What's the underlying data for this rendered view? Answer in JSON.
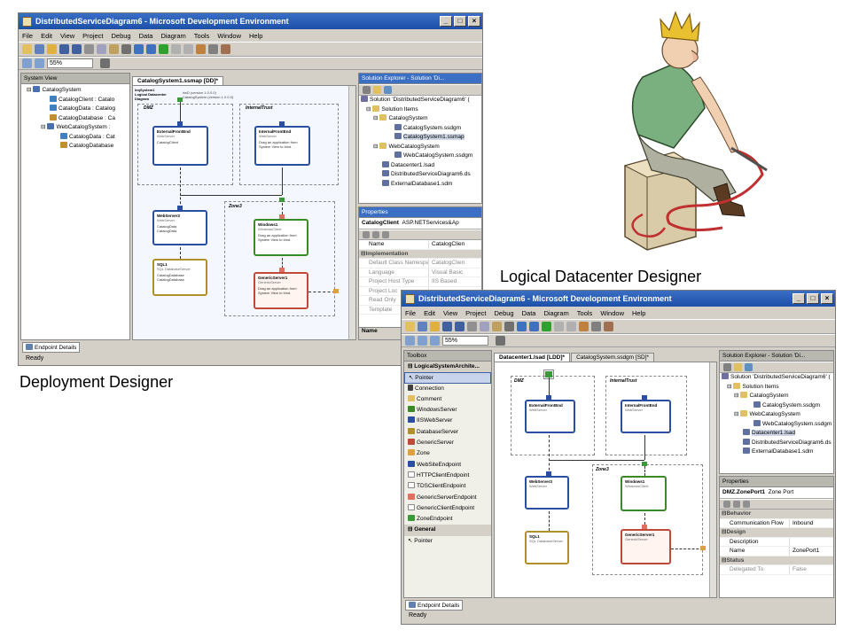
{
  "captions": {
    "deployment": "Deployment Designer",
    "logical": "Logical Datacenter Designer"
  },
  "win1": {
    "title": "DistributedServiceDiagram6 - Microsoft Development Environment",
    "menu": [
      "File",
      "Edit",
      "View",
      "Project",
      "Debug",
      "Data",
      "Diagram",
      "Tools",
      "Window",
      "Help"
    ],
    "zoom": "55%",
    "system_view": {
      "header": "System View",
      "items": [
        "CatalogSystem",
        "CatalogClient : Catalo",
        "CatalogData : Catalog",
        "CatalogDatabase : Ca",
        "WebCatalogSystem :",
        "CatalogData : Cat",
        "CatalogDatabase"
      ]
    },
    "doc_tab": "CatalogSystem1.ssmap [DD]*",
    "diagram": {
      "meta": [
        "lnqSystem1",
        "Logical Datacenter",
        "Diagram"
      ],
      "meta_right": [
        "lssD (version 1.0.0.0)",
        "CatalogSystem (version 1.0.0.0)"
      ],
      "zones": [
        "DMZ",
        "InternalTrust",
        "Zone3"
      ],
      "servers": [
        {
          "name": "ExternalFrontEnd",
          "sub": "WebServer",
          "row": "CatalogClient"
        },
        {
          "name": "InternalFrontEnd",
          "sub": "WebServer",
          "row": "Drag an application from System View to bind."
        },
        {
          "name": "WebServer3",
          "sub": "WebServer",
          "row": "CatalogData",
          "row2": "CatalogData"
        },
        {
          "name": "Windows1",
          "sub": "WindowsClient",
          "row": "Drag an application from System View to bind."
        },
        {
          "name": "SQL1",
          "sub": "SQL DatabaseServer",
          "row": "CatalogDatabase",
          "row2": "CatalogDatabase"
        },
        {
          "name": "GenericServer1",
          "sub": "GenericServer",
          "row": "Drag an application from System View to bind."
        }
      ]
    },
    "solution": {
      "header": "Solution Explorer - Solution 'Di...",
      "items": [
        "Solution 'DistributedServiceDiagram6' (",
        "Solution Items",
        "CatalogSystem",
        "CatalogSystem.ssdgm",
        "CatalogSystem1.ssmap",
        "WebCatalogSystem",
        "WebCatalogSystem.ssdgm",
        "Datacenter1.lsad",
        "DistributedServiceDiagram6.ds",
        "ExternalDatabase1.sdm"
      ]
    },
    "properties": {
      "header": "Properties",
      "object": "CatalogClient",
      "object_type": "ASP.NETServices&Ap",
      "rows": [
        {
          "k": "Name",
          "v": "CatalogClien"
        },
        {
          "cat": "Implementation"
        },
        {
          "k": "Default Class Namespac",
          "v": "CatalogClien"
        },
        {
          "k": "Language",
          "v": "Visual Basic"
        },
        {
          "k": "Project Host Type",
          "v": "IIS Based"
        },
        {
          "k": "Project Loc",
          "v": ""
        },
        {
          "k": "Read Only",
          "v": ""
        },
        {
          "k": "Template",
          "v": ""
        }
      ],
      "footer": "Name"
    },
    "bottom_tab": "Endpoint Details",
    "status": "Ready"
  },
  "win2": {
    "title": "DistributedServiceDiagram6 - Microsoft Development Environment",
    "menu": [
      "File",
      "Edit",
      "View",
      "Project",
      "Debug",
      "Data",
      "Diagram",
      "Tools",
      "Window",
      "Help"
    ],
    "zoom": "55%",
    "toolbox": {
      "header": "Toolbox",
      "section1": "LogicalSystemArchite...",
      "items": [
        "Pointer",
        "Connection",
        "Comment",
        "WindowsServer",
        "IISWebServer",
        "DatabaseServer",
        "GenericServer",
        "Zone",
        "WebSiteEndpoint",
        "HTTPClientEndpoint",
        "TDSClientEndpoint",
        "GenericServerEndpoint",
        "GenericClientEndpoint",
        "ZoneEndpoint"
      ],
      "section2": "General",
      "general_items": [
        "Pointer"
      ]
    },
    "tabs": [
      "Datacenter1.lsad [LDD]*",
      "CatalogSystem.ssdgm [SD]*"
    ],
    "diagram": {
      "zones": [
        "DMZ",
        "InternalTrust",
        "Zone3"
      ],
      "servers": [
        {
          "name": "ExternalFrontEnd",
          "sub": "WebServer"
        },
        {
          "name": "InternalFrontEnd",
          "sub": "WebServer"
        },
        {
          "name": "WebServer3",
          "sub": "WebServer"
        },
        {
          "name": "Windows1",
          "sub": "WindowsClient"
        },
        {
          "name": "SQL1",
          "sub": "SQL DatabaseServer"
        },
        {
          "name": "GenericServer1",
          "sub": "GenericServer"
        }
      ]
    },
    "solution": {
      "header": "Solution Explorer - Solution 'Di...",
      "items": [
        "Solution 'DistributedServiceDiagram6' (",
        "Solution Items",
        "CatalogSystem",
        "CatalogSystem.ssdgm",
        "WebCatalogSystem",
        "WebCatalogSystem.ssdgm",
        "Datacenter1.lsad",
        "DistributedServiceDiagram6.ds",
        "ExternalDatabase1.sdm"
      ]
    },
    "properties": {
      "header": "Properties",
      "object": "DMZ.ZonePort1",
      "object_type": "Zone Port",
      "rows": [
        {
          "cat": "Behavior"
        },
        {
          "k": "Communication Flow",
          "v": "Inbound"
        },
        {
          "cat": "Design"
        },
        {
          "k": "Description",
          "v": ""
        },
        {
          "k": "Name",
          "v": "ZonePort1"
        },
        {
          "cat": "Status"
        },
        {
          "k": "Delegated To",
          "v": "False"
        }
      ]
    },
    "bottom_tab": "Endpoint Details",
    "status": "Ready"
  },
  "colors": {
    "titlebar": "#1d4fa8",
    "web_server": "#2a4fa0",
    "windows_server": "#3a8a2a",
    "sql_server": "#b0902a",
    "generic_server": "#c04a3a"
  }
}
